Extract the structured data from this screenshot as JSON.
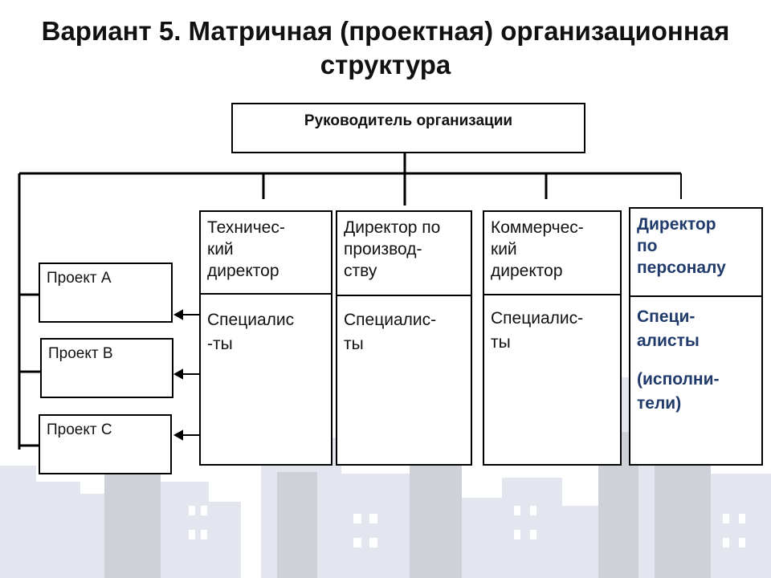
{
  "title": "Вариант 5. Матричная (проектная) организационная структура",
  "head": {
    "label": "Руководитель организации"
  },
  "directors": [
    {
      "title": "Техничес-кий директор",
      "title_lines": [
        "Техничес-",
        "кий",
        "директор"
      ],
      "spec_lines": [
        "Специалис",
        "-ты"
      ]
    },
    {
      "title": "Директор по производ-ству",
      "title_lines": [
        "Директор по",
        "производ-",
        "ству"
      ],
      "spec_lines": [
        "Специалис-",
        "ты"
      ]
    },
    {
      "title": "Коммерчес-кий директор",
      "title_lines": [
        "Коммерчес-",
        "кий",
        "директор"
      ],
      "spec_lines": [
        "Специалис-",
        "ты"
      ]
    },
    {
      "title": "Директор по персоналу",
      "title_lines": [
        "Директор",
        "по",
        "персоналу"
      ],
      "spec_lines": [
        "Специ-",
        "алисты"
      ],
      "extra_lines": [
        "(исполни-",
        "тели)"
      ]
    }
  ],
  "projects": [
    {
      "label": "Проект А"
    },
    {
      "label": "Проект В"
    },
    {
      "label": "Проект С"
    }
  ],
  "colors": {
    "hr_text": "#1f3a6b",
    "skyline": "#dde1ec",
    "skyline_dark": "#c7c9d0"
  }
}
